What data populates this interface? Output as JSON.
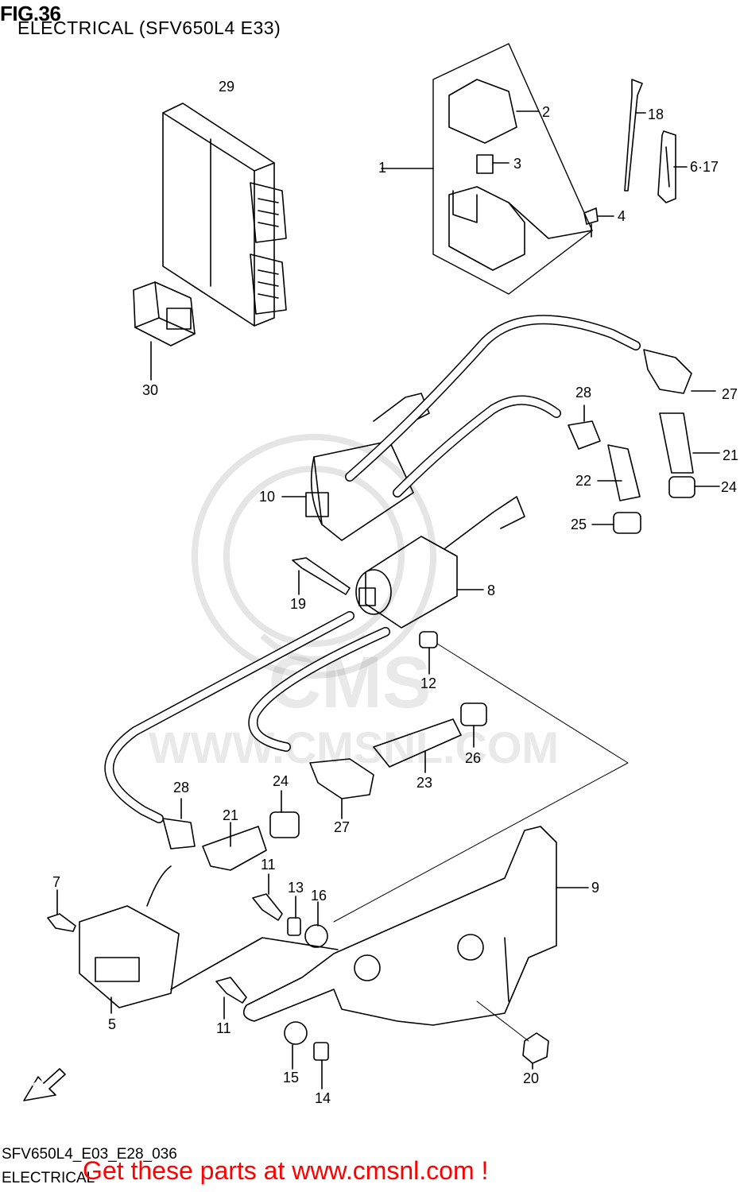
{
  "header": {
    "figure": "FIG.36",
    "subtitle": "ELECTRICAL (SFV650L4 E33)"
  },
  "footer": {
    "code": "SFV650L4_E03_E28_036",
    "section": "ELECTRICAL",
    "promo": "Get these parts at www.cmsnl.com !"
  },
  "watermark": {
    "text": "WWW.CMSNL.COM",
    "brand": "CMS"
  },
  "fwd_label": "FWD",
  "callouts": {
    "c1": "1",
    "c2": "2",
    "c3": "3",
    "c4": "4",
    "c5": "5",
    "c617": "6·17",
    "c7": "7",
    "c8": "8",
    "c9": "9",
    "c10": "10",
    "c11a": "11",
    "c11b": "11",
    "c12": "12",
    "c13": "13",
    "c14": "14",
    "c15": "15",
    "c16": "16",
    "c18": "18",
    "c19": "19",
    "c20": "20",
    "c21a": "21",
    "c21b": "21",
    "c22": "22",
    "c23": "23",
    "c24a": "24",
    "c24b": "24",
    "c25": "25",
    "c26": "26",
    "c27a": "27",
    "c27b": "27",
    "c28a": "28",
    "c28b": "28",
    "c29": "29",
    "c30": "30"
  }
}
